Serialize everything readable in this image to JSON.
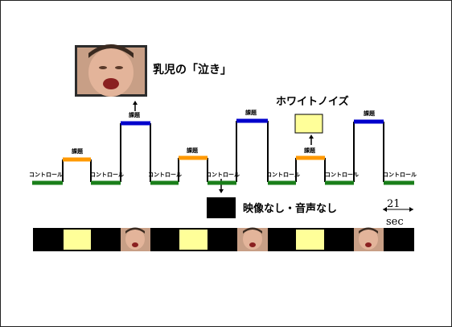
{
  "labels": {
    "infant_cry": "乳児の「泣き」",
    "white_noise": "ホワイトノイズ",
    "no_video_no_audio": "映像なし・音声なし",
    "scale_value": "21",
    "scale_unit": "sec",
    "control": "コントロール",
    "task": "課題"
  },
  "colors": {
    "control": "#1a7f1a",
    "task_low": "#ff9900",
    "task_high": "#0000cc",
    "stimulus_white": "#ffff99",
    "stimulus_black": "#000000",
    "infant_face": "#c89f86"
  },
  "icons": {
    "infant_photo": "crying-infant-photo",
    "white_box": "white-noise-box",
    "black_box": "blank-screen-box"
  },
  "timeline": {
    "block_sequence": [
      "control",
      "task-white",
      "control",
      "task-infant",
      "control",
      "task-white",
      "control",
      "task-infant",
      "control",
      "task-white",
      "control",
      "task-infant",
      "control"
    ],
    "bar_sequence": [
      "black",
      "white",
      "black",
      "infant",
      "black",
      "white",
      "black",
      "infant",
      "black",
      "white",
      "black",
      "infant",
      "black"
    ]
  }
}
